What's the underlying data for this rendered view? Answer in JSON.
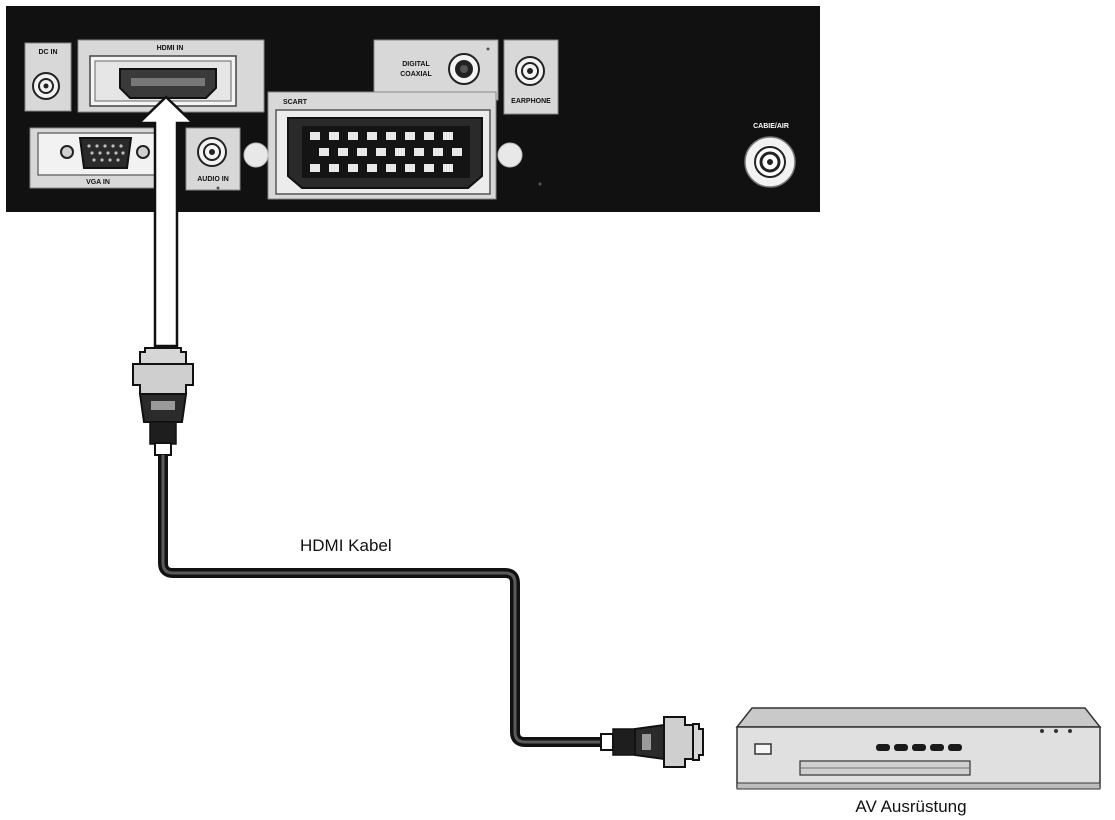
{
  "panel": {
    "ports": {
      "dc_in": "DC IN",
      "hdmi_in": "HDMI IN",
      "digital_coaxial_line1": "DIGITAL",
      "digital_coaxial_line2": "COAXIAL",
      "earphone": "EARPHONE",
      "scart": "SCART",
      "vga_in": "VGA IN",
      "audio_in": "AUDIO IN",
      "cable_air": "CABIE/AIR"
    }
  },
  "cable": {
    "label": "HDMI Kabel"
  },
  "device": {
    "label": "AV Ausrüstung"
  },
  "colors": {
    "panel": "#111111",
    "port_frame": "#d8d8d8",
    "cable": "#1a1a1a",
    "arrow": "#ffffff",
    "device_body": "#e0e0e0"
  }
}
